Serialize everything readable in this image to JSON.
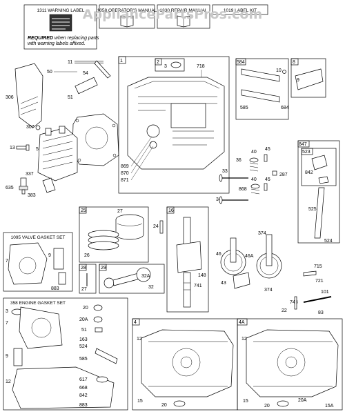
{
  "watermark": "AppliancePartsPros.com",
  "kits": {
    "warning_label": "1311 WARNING LABEL",
    "warning_note_bold": "REQUIRED",
    "warning_note_rest": " when replacing parts",
    "warning_note_line2": "with warning labels affixed.",
    "operators_manual": "1058 OPERATOR'S MANUAL",
    "repair_manual": "1330 REPAIR MANUAL",
    "label_kit": "1019 LABEL KIT",
    "valve_gasket_set": "1095 VALVE GASKET SET",
    "engine_gasket_set": "358 ENGINE GASKET SET"
  },
  "groups": {
    "cylinder": "1",
    "seal_box": "2",
    "breather_a": "584",
    "breather_b": "8",
    "dipstick": "847",
    "dipstick_cap": "523",
    "piston": "25",
    "crankshaft": "16",
    "rod_small": "28",
    "rod": "29",
    "sump_a": "4",
    "sump_b": "4A"
  },
  "callouts": {
    "c_50": "50",
    "c_11": "11",
    "c_54": "54",
    "c_51": "51",
    "c_306": "306",
    "c_7a": "7",
    "c_307": "307",
    "c_13": "13",
    "c_5": "5",
    "c_337": "337",
    "c_635": "635",
    "c_383": "383",
    "c_3": "3",
    "c_718": "718",
    "c_869": "869",
    "c_870": "870",
    "c_871": "871",
    "c_585": "585",
    "c_684": "684",
    "c_10": "10",
    "c_9": "9",
    "c_40a": "40",
    "c_45a": "45",
    "c_36": "36",
    "c_33": "33",
    "c_287": "287",
    "c_40b": "40",
    "c_45b": "45",
    "c_868": "868",
    "c_34": "34",
    "c_842": "842",
    "c_525": "525",
    "c_524": "524",
    "c_27a": "27",
    "c_26": "26",
    "c_24": "24",
    "c_148": "148",
    "c_741": "741",
    "c_374a": "374",
    "c_46": "46",
    "c_46a": "46A",
    "c_43": "43",
    "c_374b": "374",
    "c_715": "715",
    "c_721": "721",
    "c_101": "101",
    "c_743": "743",
    "c_22": "22",
    "c_83": "83",
    "c_7v": "7",
    "c_9v": "9",
    "c_883v": "883",
    "c_27b": "27",
    "c_32a": "32A",
    "c_32": "32",
    "e_3": "3",
    "e_20": "20",
    "e_20a": "20A",
    "e_51": "51",
    "e_163": "163",
    "e_524": "524",
    "e_585": "585",
    "e_7": "7",
    "e_9": "9",
    "e_12": "12",
    "e_617": "617",
    "e_668": "668",
    "e_842": "842",
    "e_883": "883",
    "s4_12": "12",
    "s4_15": "15",
    "s4_20": "20",
    "s4a_12": "12",
    "s4a_15": "15",
    "s4a_20": "20",
    "s4a_20a": "20A",
    "s4a_15a": "15A"
  }
}
